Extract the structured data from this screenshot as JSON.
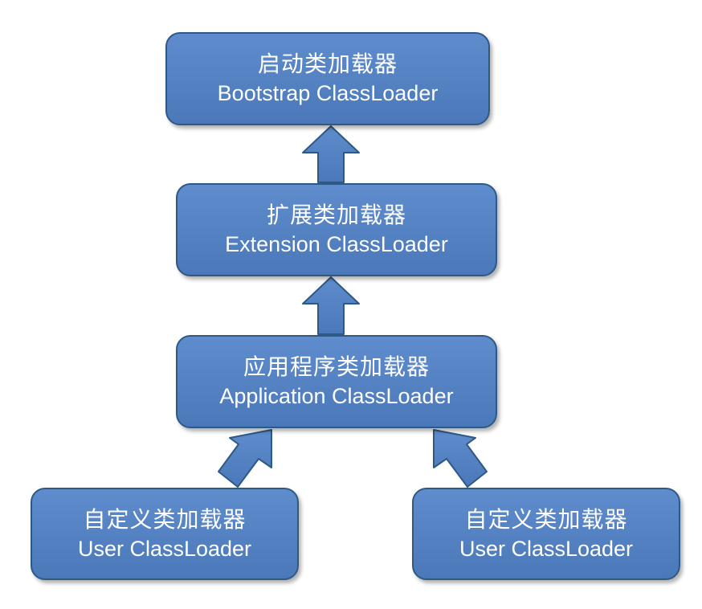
{
  "colors": {
    "node_fill": "#4f7fc0",
    "node_border": "#2e5984",
    "text": "#ffffff",
    "background": "#ffffff"
  },
  "nodes": {
    "bootstrap": {
      "cn": "启动类加载器",
      "en": "Bootstrap ClassLoader"
    },
    "extension": {
      "cn": "扩展类加载器",
      "en": "Extension ClassLoader"
    },
    "application": {
      "cn": "应用程序类加载器",
      "en": "Application ClassLoader"
    },
    "user_left": {
      "cn": "自定义类加载器",
      "en": "User ClassLoader"
    },
    "user_right": {
      "cn": "自定义类加载器",
      "en": "User ClassLoader"
    }
  },
  "edges": [
    {
      "from": "extension",
      "to": "bootstrap"
    },
    {
      "from": "application",
      "to": "extension"
    },
    {
      "from": "user_left",
      "to": "application"
    },
    {
      "from": "user_right",
      "to": "application"
    }
  ]
}
